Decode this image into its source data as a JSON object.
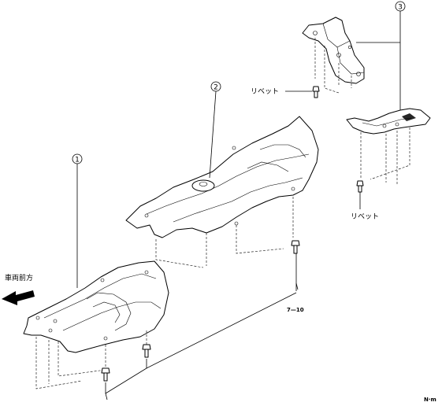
{
  "callouts": [
    {
      "id": "1",
      "text": "1"
    },
    {
      "id": "2",
      "text": "2"
    },
    {
      "id": "3",
      "text": "3"
    }
  ],
  "labels": {
    "rivet_upper": "リベット",
    "rivet_lower": "リベット",
    "vehicle_front": "車両前方",
    "torque": "7—10",
    "torque_unit": "N·m"
  }
}
